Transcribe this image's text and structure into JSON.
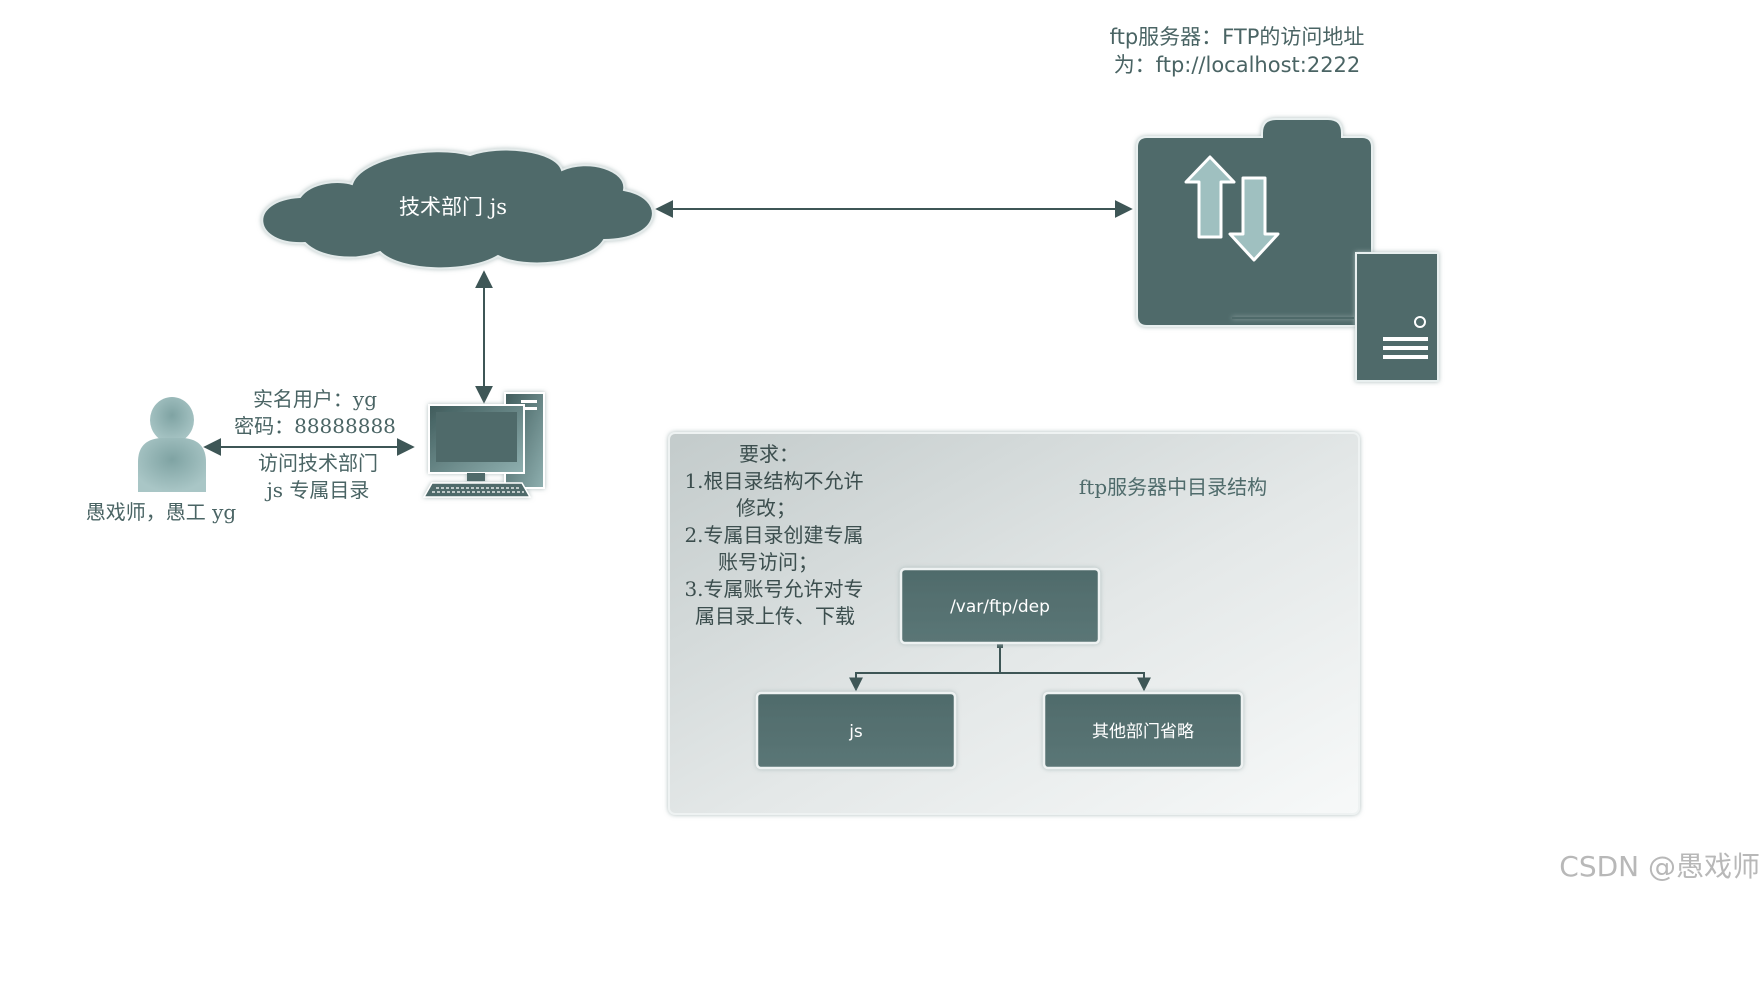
{
  "server": {
    "caption_line1": "ftp服务器：FTP的访问地址",
    "caption_line2": "为：ftp://localhost:2222"
  },
  "cloud": {
    "label": "技术部门 js"
  },
  "user": {
    "name": "愚戏师，愚工 yg",
    "account_line": "实名用户：yg",
    "password_line": "密码：88888888",
    "access_line1": "访问技术部门",
    "access_line2": "js 专属目录"
  },
  "panel": {
    "title": "ftp服务器中目录结构",
    "requirements": [
      "要求：",
      "1.根目录结构不允许",
      "修改；",
      "2.专属目录创建专属",
      "账号访问；",
      "3.专属账号允许对专",
      "属目录上传、下载"
    ],
    "root_dir": "/var/ftp/dep",
    "child_dirs": [
      "js",
      "其他部门省略"
    ]
  },
  "watermark": "CSDN @愚戏师",
  "colors": {
    "primary": "#4f6b6b",
    "icon_light": "#9fc0c0",
    "text": "#4a6464",
    "panel_bg": "#d3d7d7"
  }
}
